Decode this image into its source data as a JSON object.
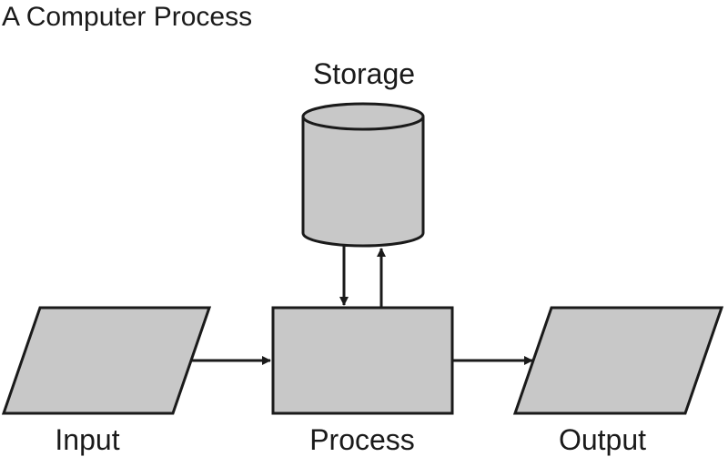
{
  "title": "A Computer Process",
  "nodes": {
    "storage": "Storage",
    "input": "Input",
    "process": "Process",
    "output": "Output"
  },
  "colors": {
    "fill": "#c8c8c8",
    "stroke": "#1a1a1a",
    "background": "#ffffff"
  }
}
